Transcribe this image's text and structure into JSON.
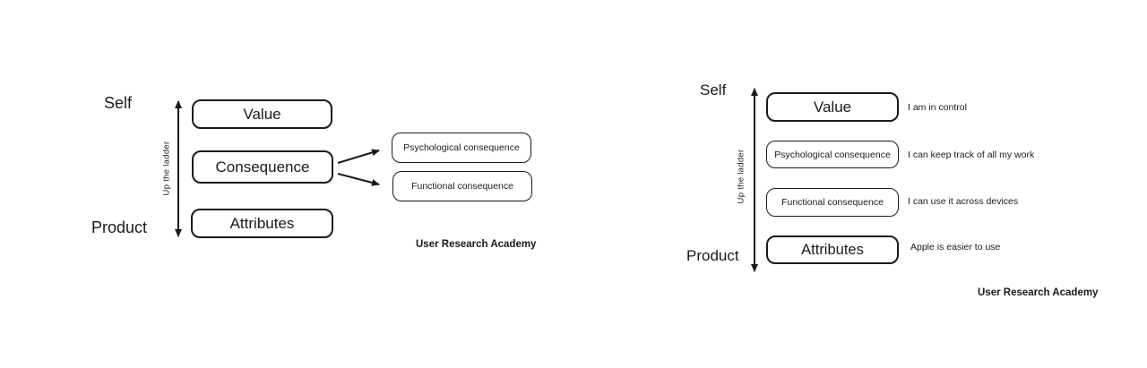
{
  "colors": {
    "ink": "#1a1a1a",
    "background": "#ffffff"
  },
  "left_diagram": {
    "top_label": "Self",
    "bottom_label": "Product",
    "axis_label": "Up the ladder",
    "boxes": {
      "value": "Value",
      "consequence": "Consequence",
      "attributes": "Attributes"
    },
    "branches": {
      "psychological": "Psychological consequence",
      "functional": "Functional consequence"
    },
    "credit": "User Research Academy"
  },
  "right_diagram": {
    "top_label": "Self",
    "bottom_label": "Product",
    "axis_label": "Up the ladder",
    "rungs": [
      {
        "label": "Value",
        "annotation": "I am in control"
      },
      {
        "label": "Psychological consequence",
        "annotation": "I can keep track of all my work"
      },
      {
        "label": "Functional consequence",
        "annotation": "I can use it across devices"
      },
      {
        "label": "Attributes",
        "annotation": "Apple is easier to use"
      }
    ],
    "credit": "User Research Academy"
  }
}
